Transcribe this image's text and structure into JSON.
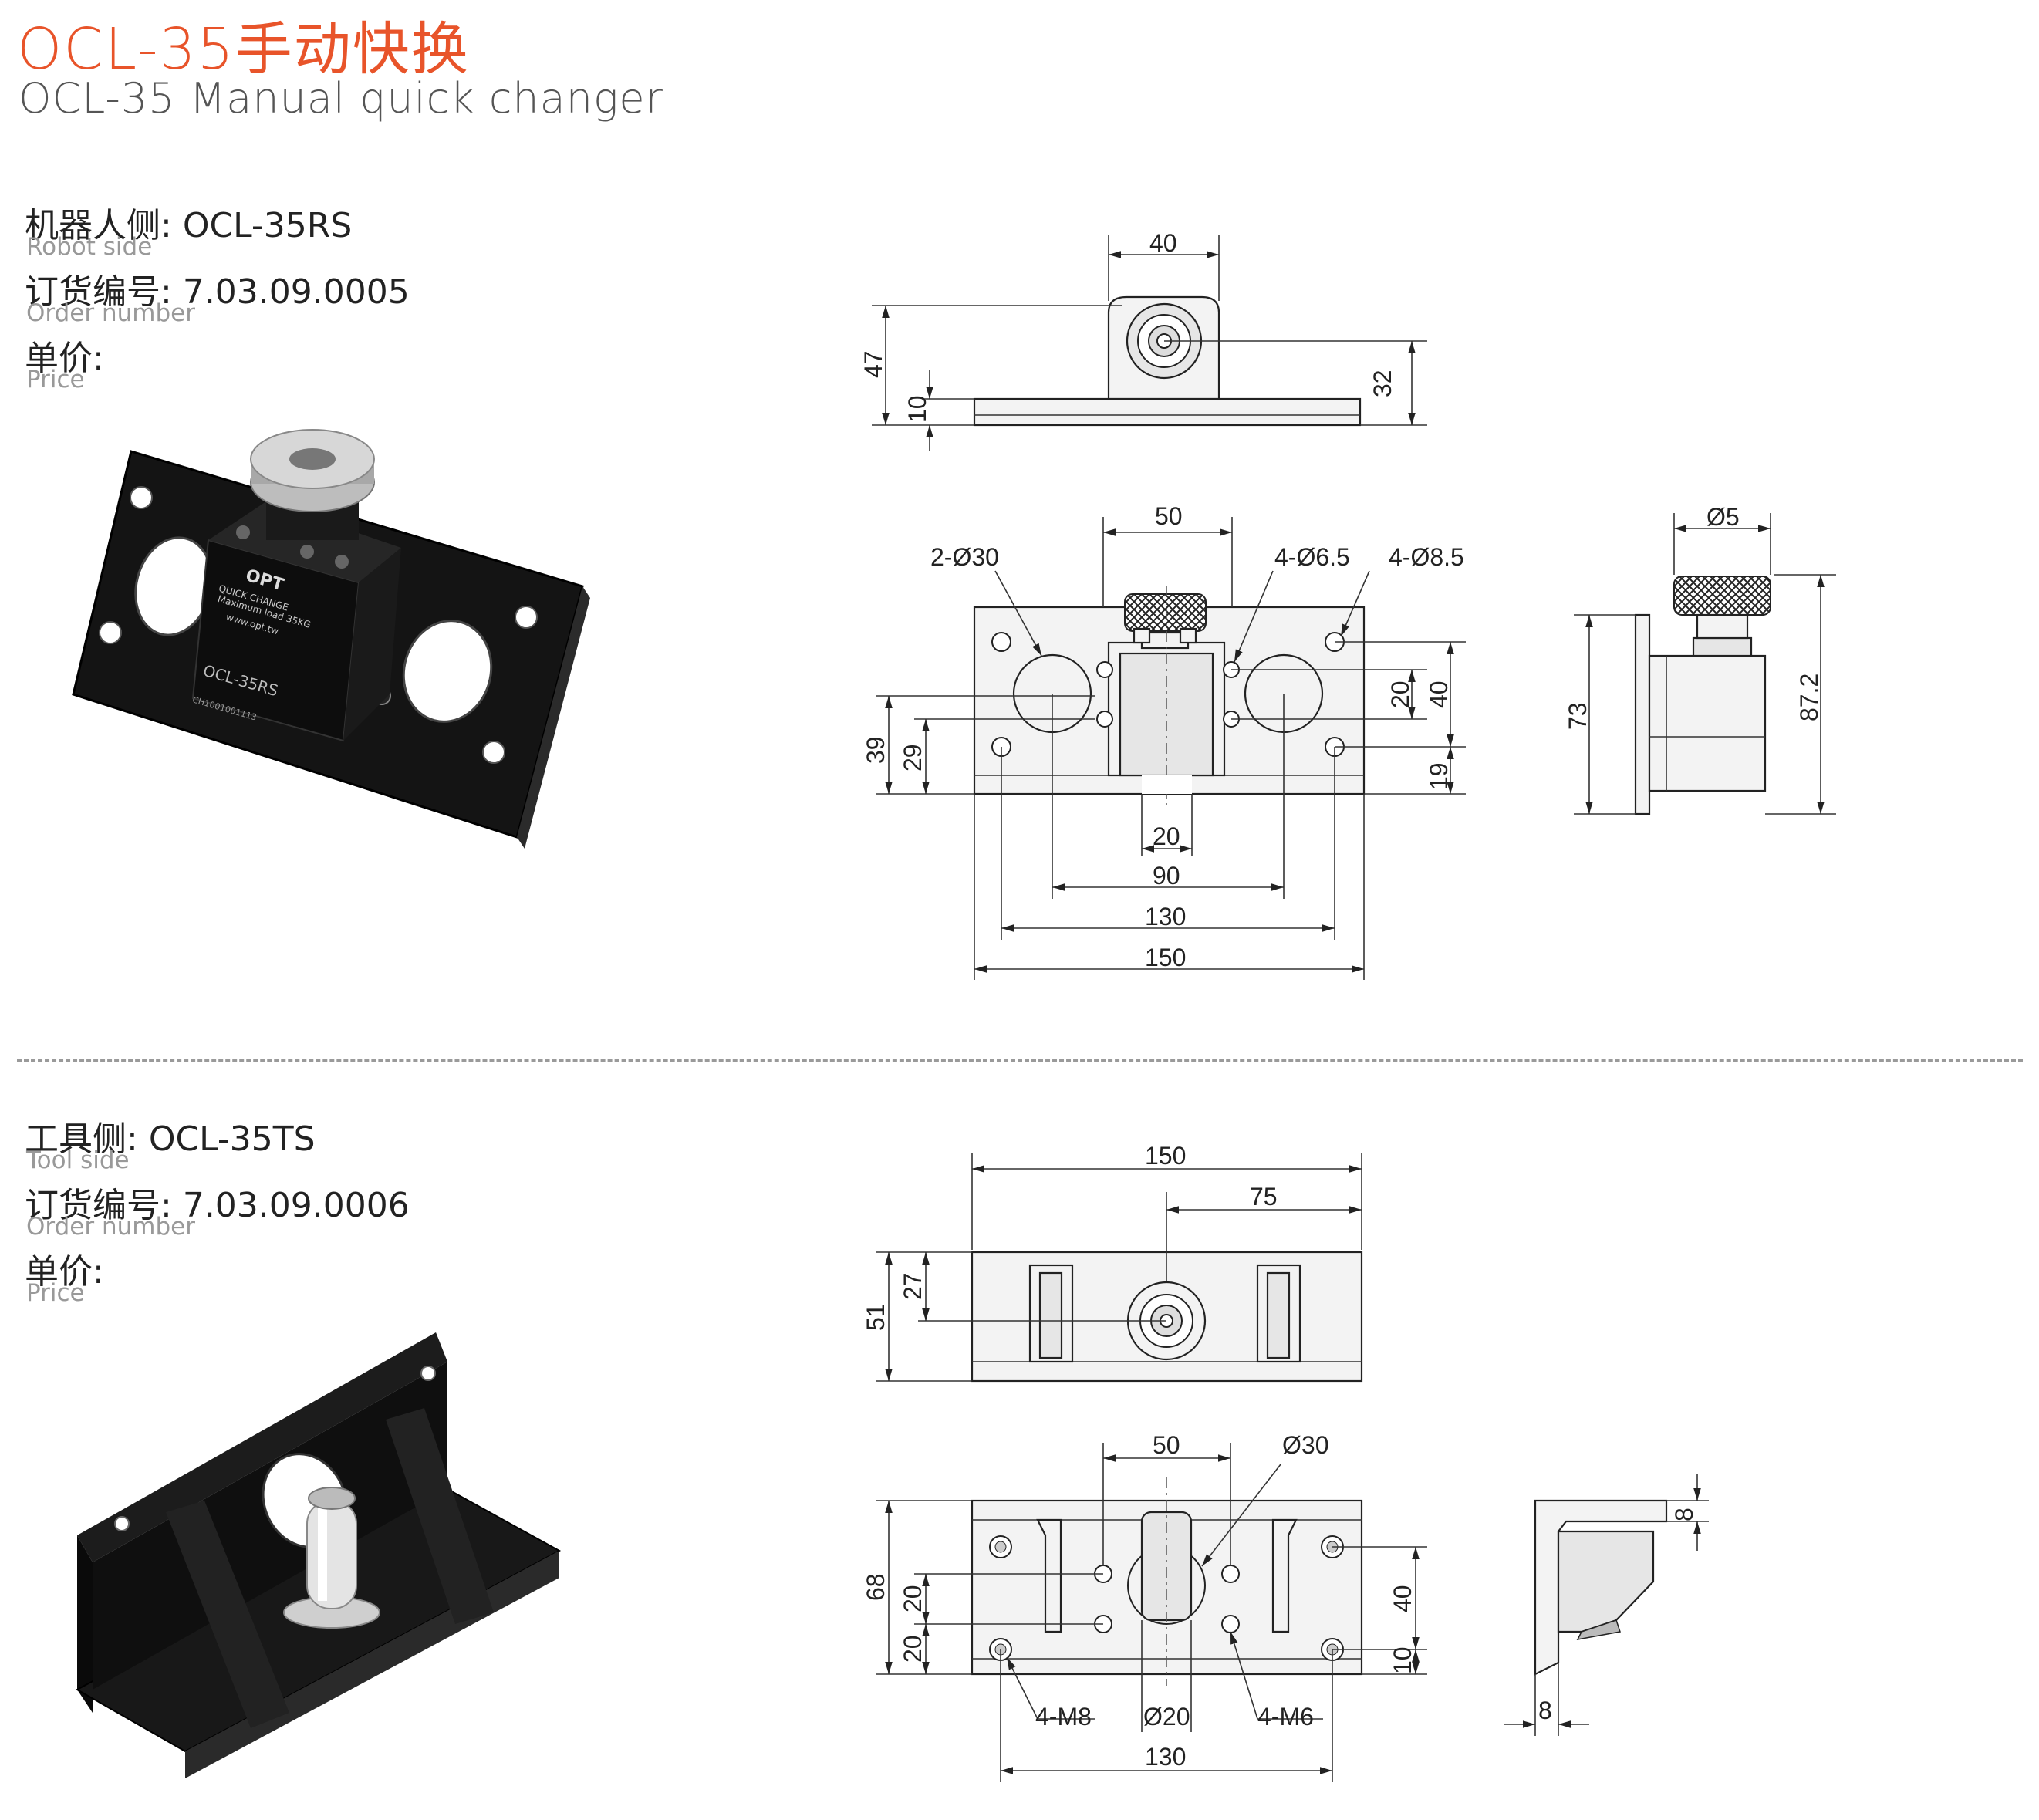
{
  "header": {
    "title_cn": "OCL-35手动快换",
    "title_en": "OCL-35 Manual quick changer"
  },
  "robot_side": {
    "side_cn": "机器人侧:",
    "model": "OCL-35RS",
    "side_en": "Robot side",
    "order_cn": "订货编号:",
    "order_number": "7.03.09.0005",
    "order_en": "Order number",
    "price_cn": "单价:",
    "price_en": "Price",
    "product_label_brand": "OPT",
    "product_label_line1": "QUICK CHANGE",
    "product_label_line2": "Maximum load 35KG",
    "product_label_line3": "www.opt.tw",
    "product_label_model": "OCL-35RS",
    "product_label_serial": "CH1001001113",
    "dims_top": [
      "40",
      "47",
      "10",
      "32"
    ],
    "dims_front": [
      "50",
      "2-Ø30",
      "4-Ø6.5",
      "4-Ø8.5",
      "39",
      "29",
      "20",
      "40",
      "19",
      "20",
      "90",
      "130",
      "150"
    ],
    "dims_side": [
      "Ø5",
      "73",
      "87.2"
    ]
  },
  "tool_side": {
    "side_cn": "工具侧:",
    "model": "OCL-35TS",
    "side_en": "Tool side",
    "order_cn": "订货编号:",
    "order_number": "7.03.09.0006",
    "order_en": "Order number",
    "price_cn": "单价:",
    "price_en": "Price",
    "dims_top": [
      "150",
      "75",
      "51",
      "27"
    ],
    "dims_front": [
      "50",
      "Ø30",
      "68",
      "20",
      "20",
      "40",
      "10",
      "4-M8",
      "Ø20",
      "4-M6",
      "130"
    ],
    "dims_side": [
      "8",
      "8"
    ]
  },
  "colors": {
    "accent": "#e8542a",
    "product_body": "#111111",
    "drawing_line": "#222222"
  }
}
